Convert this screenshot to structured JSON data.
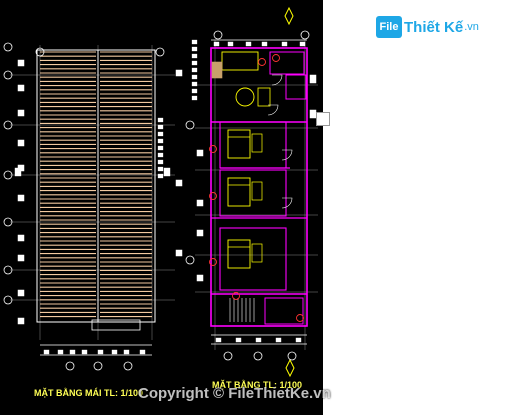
{
  "logo": {
    "mark": "File",
    "name": "Thiết Kế",
    "tld": ".vn"
  },
  "captions": {
    "roof_plan": "MẶT BẰNG MÁI TL: 1/100",
    "floor_plan": "MẶT BẰNG  TL: 1/100"
  },
  "watermark": "Copyright © FileThietKe.vn",
  "colors": {
    "background": "#000000",
    "walls": "#ff00ff",
    "furniture": "#ffff00",
    "dimension_lines": "#ffffff",
    "annotation": "#ff3333"
  }
}
